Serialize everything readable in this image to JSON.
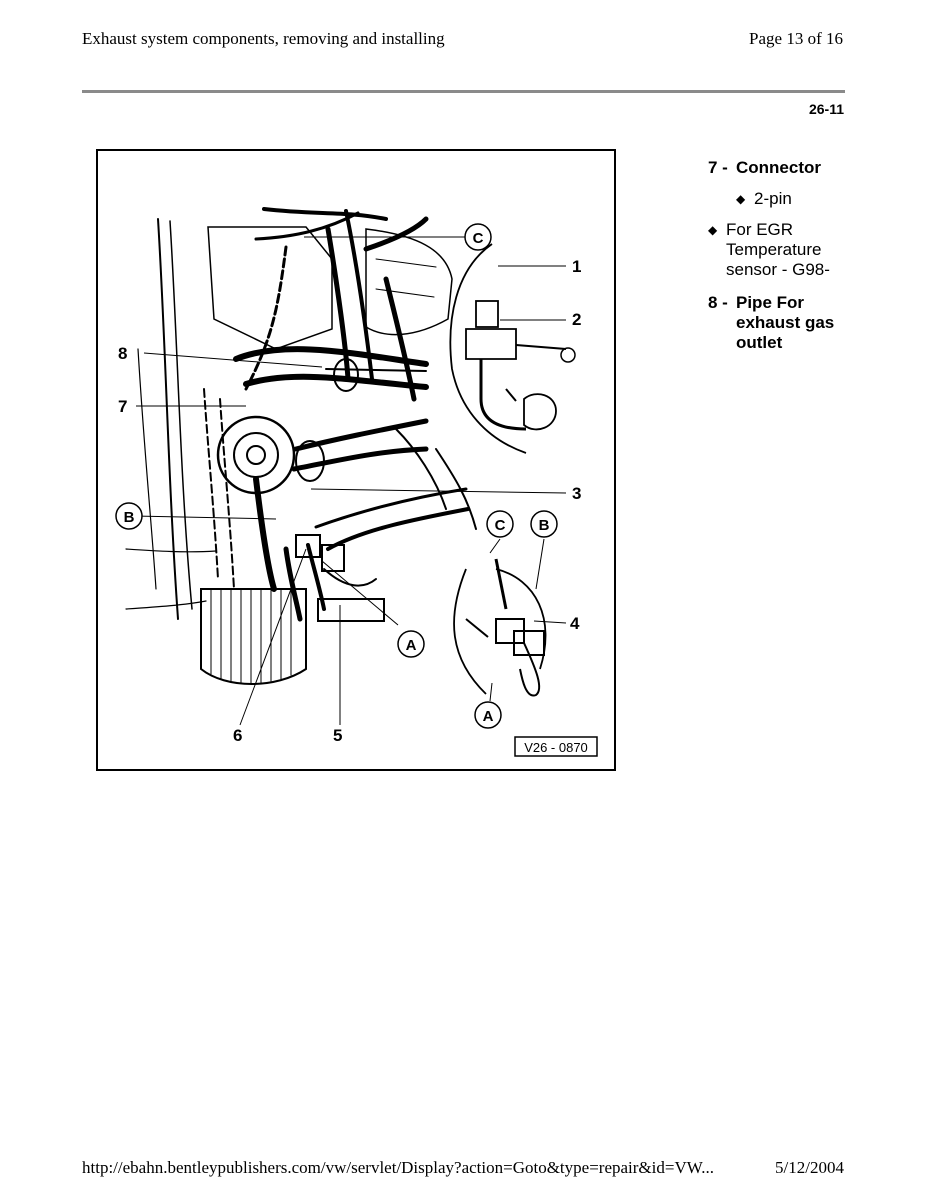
{
  "header": {
    "title": "Exhaust system components, removing and installing",
    "page": "Page 13 of 16",
    "section_code": "26-11"
  },
  "figure": {
    "code": "V26 - 0870",
    "callouts": [
      "1",
      "2",
      "3",
      "4",
      "5",
      "6",
      "7",
      "8"
    ],
    "connectors": {
      "a": "A",
      "b": "B",
      "c": "C"
    }
  },
  "legend": {
    "items": [
      {
        "number": "7 -",
        "title": "Connector",
        "bullets": [
          "2-pin",
          "For EGR Temperature sensor - G98-"
        ]
      },
      {
        "number": "8 -",
        "title": "Pipe For exhaust gas outlet",
        "bullets": []
      }
    ]
  },
  "footer": {
    "url": "http://ebahn.bentleypublishers.com/vw/servlet/Display?action=Goto&type=repair&id=VW...",
    "date": "5/12/2004"
  }
}
